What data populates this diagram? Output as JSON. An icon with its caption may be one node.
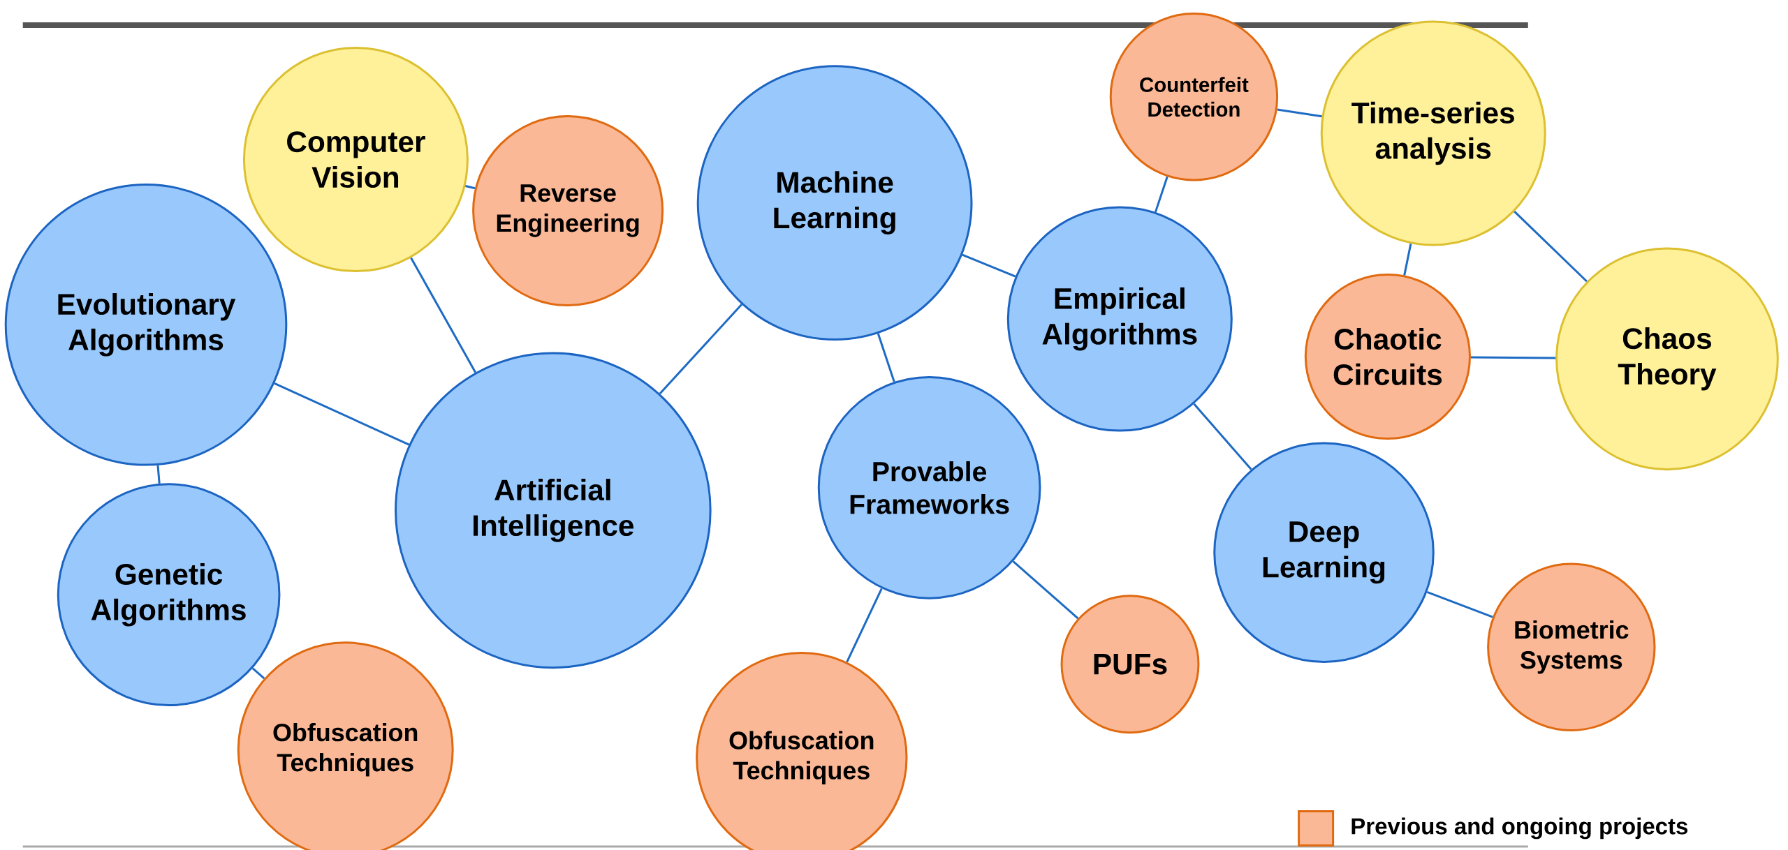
{
  "diagram": {
    "nodes": [
      {
        "text": [
          "Computer Vision"
        ]
      },
      {
        "text": [
          "Reverse Engineering"
        ]
      },
      {
        "text": [
          "Machine Learning"
        ]
      },
      {
        "text": [
          "Counterfeit Detection"
        ]
      },
      {
        "text": [
          "Time-series analysis"
        ]
      },
      {
        "text": [
          "Evolutionary Algorithms"
        ]
      },
      {
        "text": [
          "Empirical Algorithms"
        ]
      },
      {
        "text": [
          "Chaotic Circuits"
        ]
      },
      {
        "text": [
          "Chaos Theory"
        ]
      },
      {
        "text": [
          "Artificial Intelligence"
        ]
      },
      {
        "text": [
          "Provable Frameworks"
        ]
      },
      {
        "text": [
          "Genetic Algorithms"
        ]
      },
      {
        "text": [
          "Deep Learning"
        ]
      },
      {
        "text": [
          "PUFs"
        ]
      },
      {
        "text": [
          "Biometric Systems"
        ]
      },
      {
        "text": [
          "Obfuscation Techniques"
        ]
      },
      {
        "text": [
          "Obfuscation Techniques"
        ]
      }
    ],
    "edges": [
      {
        "from": 0,
        "to": 1,
        "arrow": "none"
      },
      {
        "from": 0,
        "to": 9,
        "arrow": "none"
      },
      {
        "from": 5,
        "to": 9,
        "arrow": "none"
      },
      {
        "from": 5,
        "to": 11,
        "arrow": "none"
      },
      {
        "from": 11,
        "to": 15,
        "arrow": "none"
      },
      {
        "from": 9,
        "to": 2,
        "arrow": "none"
      },
      {
        "from": 2,
        "to": 10,
        "arrow": "none"
      },
      {
        "from": 2,
        "to": 6,
        "arrow": "none"
      },
      {
        "from": 6,
        "to": 3,
        "arrow": "none"
      },
      {
        "from": 3,
        "to": 4,
        "arrow": "none"
      },
      {
        "from": 4,
        "to": 7,
        "arrow": "none"
      },
      {
        "from": 4,
        "to": 8,
        "arrow": "none"
      },
      {
        "from": 7,
        "to": 8,
        "arrow": "none"
      },
      {
        "from": 6,
        "to": 12,
        "arrow": "none"
      },
      {
        "from": 10,
        "to": 16,
        "arrow": "none"
      },
      {
        "from": 10,
        "to": 13,
        "arrow": "none"
      },
      {
        "from": 12,
        "to": 14,
        "arrow": "none"
      }
    ],
    "legend": [
      {
        "text": "Previous and ongoing projects",
        "color": "#fbb896"
      }
    ]
  }
}
